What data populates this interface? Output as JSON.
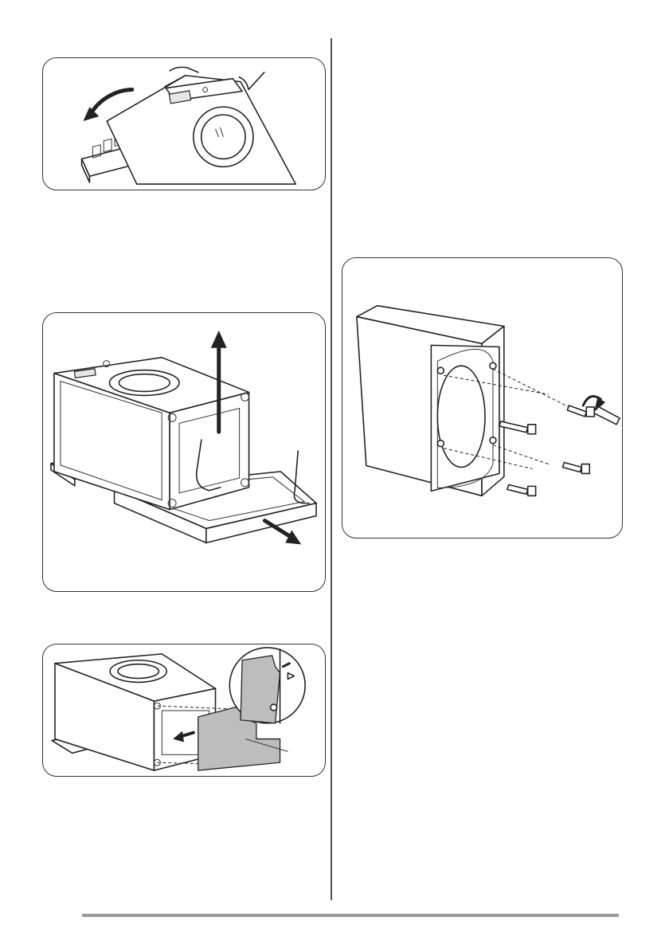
{
  "page": {
    "figures": [
      {
        "id": "fig1",
        "subject": "tilting-machine"
      },
      {
        "id": "fig2",
        "subject": "removing-base-packaging"
      },
      {
        "id": "fig3",
        "subject": "fitting-bottom-panel"
      },
      {
        "id": "fig4",
        "subject": "removing-transit-bolts"
      }
    ]
  },
  "colors": {
    "line": "#222222",
    "panel_fill": "#bdbdbd",
    "footer_rule": "#9a9a9a"
  }
}
